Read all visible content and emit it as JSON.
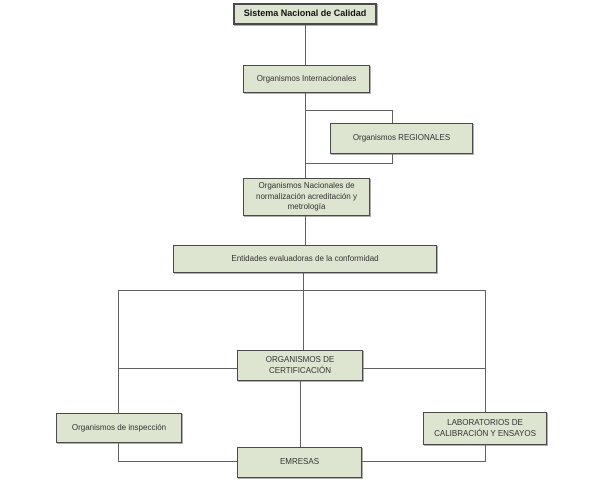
{
  "diagram": {
    "title": "Sistema Nacional de Calidad",
    "colors": {
      "background": "#ffffff",
      "box_fill": "#dde4d0",
      "box_border": "#4a4a4a",
      "connector_line": "#616161",
      "text": "#333333",
      "title_text": "#111111"
    },
    "nodes": {
      "sistema": {
        "label": "Sistema Nacional de Calidad"
      },
      "internacionales": {
        "label": "Organismos Internacionales"
      },
      "regionales": {
        "label": "Organismos REGIONALES"
      },
      "nacionales": {
        "label": "Organismos Nacionales de normalización acreditación y metrología"
      },
      "entidades": {
        "label": "Entidades evaluadoras de la conformidad"
      },
      "certificacion": {
        "label": "ORGANISMOS DE CERTIFICACIÓN"
      },
      "inspeccion": {
        "label": "Organismos de inspección"
      },
      "laboratorios": {
        "label": "LABORATORIOS DE CALIBRACIÓN Y ENSAYOS"
      },
      "empresas": {
        "label": "EMRESAS"
      }
    },
    "edges": [
      {
        "from": "sistema",
        "to": "internacionales"
      },
      {
        "from": "internacionales",
        "to": "regionales"
      },
      {
        "from": "regionales",
        "to": "nacionales"
      },
      {
        "from": "internacionales",
        "to": "nacionales"
      },
      {
        "from": "nacionales",
        "to": "entidades"
      },
      {
        "from": "entidades",
        "to": "certificacion"
      },
      {
        "from": "entidades",
        "to": "inspeccion"
      },
      {
        "from": "entidades",
        "to": "laboratorios"
      },
      {
        "from": "inspeccion",
        "to": "certificacion"
      },
      {
        "from": "laboratorios",
        "to": "certificacion"
      },
      {
        "from": "certificacion",
        "to": "empresas"
      },
      {
        "from": "inspeccion",
        "to": "empresas"
      },
      {
        "from": "laboratorios",
        "to": "empresas"
      }
    ]
  }
}
